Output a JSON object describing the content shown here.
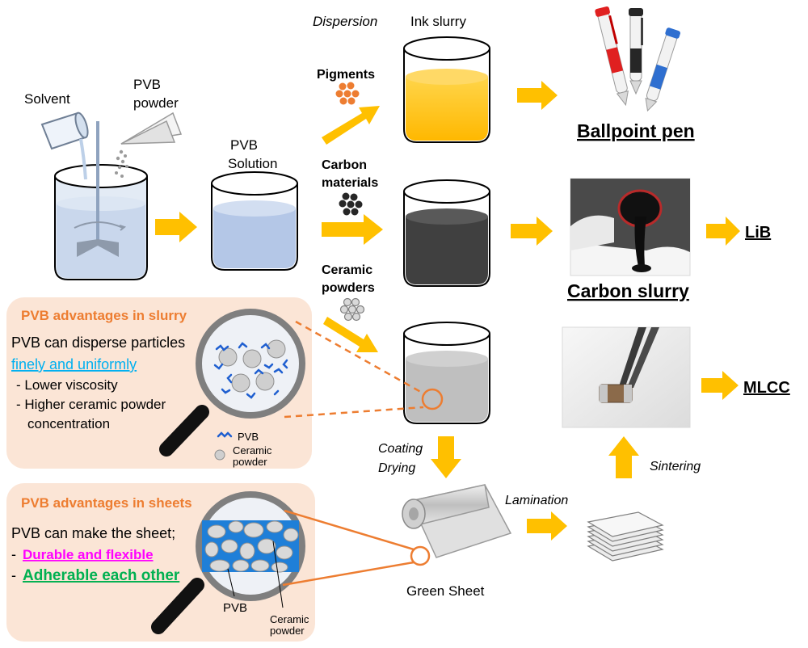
{
  "labels": {
    "solvent": "Solvent",
    "pvb_powder_1": "PVB",
    "pvb_powder_2": "powder",
    "pvb_solution_1": "PVB",
    "pvb_solution_2": "Solution",
    "dispersion": "Dispersion",
    "ink_slurry": "Ink slurry",
    "pigments": "Pigments",
    "carbon_1": "Carbon",
    "carbon_2": "materials",
    "ceramic_1": "Ceramic",
    "ceramic_2": "powders",
    "ballpoint_pen": "Ballpoint pen",
    "carbon_slurry": "Carbon slurry",
    "lib": "LiB",
    "mlcc": "MLCC",
    "coating": "Coating",
    "drying": "Drying",
    "sintering": "Sintering",
    "lamination": "Lamination",
    "green_sheet": "Green Sheet"
  },
  "slurry_panel": {
    "title": "PVB advantages in slurry",
    "line1": "PVB can disperse particles",
    "highlight": "finely and uniformly",
    "bullet1": "- Lower viscosity",
    "bullet2a": "- Higher ceramic powder",
    "bullet2b": "concentration",
    "legend_pvb": "PVB",
    "legend_ceramic_1": "Ceramic",
    "legend_ceramic_2": "powder"
  },
  "sheet_panel": {
    "title": "PVB advantages in sheets",
    "line1": "PVB can make the sheet;",
    "bullet1_dash": "- ",
    "bullet1": "Durable and flexible",
    "bullet2_dash": "- ",
    "bullet2": "Adherable each other",
    "label_pvb": "PVB",
    "label_ceramic_1": "Ceramic",
    "label_ceramic_2": "powder"
  },
  "colors": {
    "arrow": "#FFC000",
    "panel_bg": "#FBE5D6",
    "panel_title": "#ED7D31",
    "highlight_blue": "#00B0F0",
    "highlight_magenta": "#FF00FF",
    "highlight_green": "#00B050",
    "ink_yellow": "#FFC000",
    "carbon_dark": "#404040",
    "ceramic_gray": "#BFBFBF",
    "solution_blue": "#B4C7E7"
  }
}
